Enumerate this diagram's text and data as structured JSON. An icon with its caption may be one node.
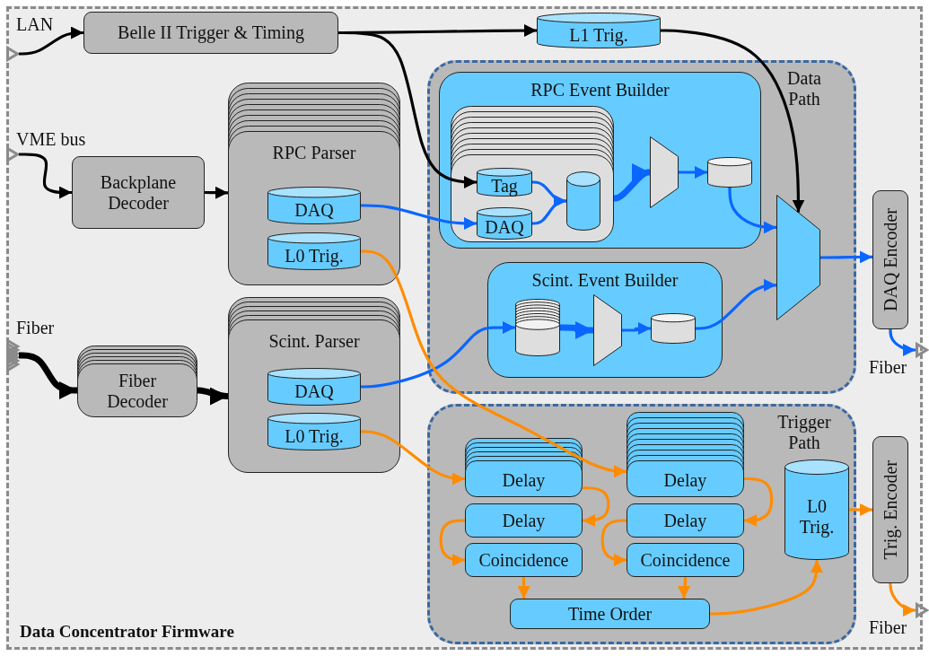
{
  "diagram": {
    "nodes": [
      {
        "text": [
          "Data Concentrator Firmware"
        ]
      },
      {
        "text": [
          "LAN"
        ],
        "in": 0
      },
      {
        "text": [
          "Belle II Trigger & Timing"
        ],
        "in": 0
      },
      {
        "text": [
          "L1 Trig."
        ],
        "in": 0
      },
      {
        "text": [
          "Data Path"
        ],
        "in": 0
      },
      {
        "text": [
          "RPC Event Builder"
        ],
        "in": 4
      },
      {
        "text": [],
        "shape": "box",
        "in": 5
      },
      {
        "text": [
          "Tag"
        ],
        "in": 6
      },
      {
        "text": [
          "DAQ"
        ],
        "in": 6
      },
      {
        "text": [],
        "shape": "cylinder",
        "in": 6
      },
      {
        "text": [],
        "shape": "trapezoid",
        "in": 5
      },
      {
        "text": [],
        "shape": "cylinder",
        "in": 5
      },
      {
        "text": [
          "Scint. Event Builder"
        ],
        "in": 4
      },
      {
        "text": [],
        "shape": "cylinder",
        "in": 12
      },
      {
        "text": [],
        "shape": "trapezoid",
        "in": 12
      },
      {
        "text": [],
        "shape": "cylinder",
        "in": 12
      },
      {
        "text": [],
        "shape": "trapezoid",
        "in": 4
      },
      {
        "text": [
          "VME bus"
        ],
        "in": 0
      },
      {
        "text": [
          "Backplane Decoder"
        ],
        "in": 0
      },
      {
        "text": [
          "RPC Parser"
        ],
        "in": 0
      },
      {
        "text": [
          "DAQ"
        ],
        "in": 19
      },
      {
        "text": [
          "L0 Trig."
        ],
        "in": 19
      },
      {
        "text": [
          "Fiber"
        ],
        "in": 0
      },
      {
        "text": [
          "Fiber Decoder"
        ],
        "in": 0
      },
      {
        "text": [
          "Scint. Parser"
        ],
        "in": 0
      },
      {
        "text": [
          "DAQ"
        ],
        "in": 24
      },
      {
        "text": [
          "L0 Trig."
        ],
        "in": 24
      },
      {
        "text": [
          "DAQ Encoder"
        ],
        "in": 0
      },
      {
        "text": [
          "Fiber"
        ],
        "in": 0
      },
      {
        "text": [
          "Trigger Path"
        ],
        "in": 0
      },
      {
        "text": [
          "Delay"
        ],
        "in": 29
      },
      {
        "text": [
          "Delay"
        ],
        "in": 29
      },
      {
        "text": [
          "Coincidence"
        ],
        "in": 29
      },
      {
        "text": [
          "Delay"
        ],
        "in": 29
      },
      {
        "text": [
          "Delay"
        ],
        "in": 29
      },
      {
        "text": [
          "Coincidence"
        ],
        "in": 29
      },
      {
        "text": [
          "Time Order"
        ],
        "in": 29
      },
      {
        "text": [
          "L0 Trig."
        ],
        "in": 29
      },
      {
        "text": [
          "Trig. Encoder"
        ],
        "in": 0
      },
      {
        "text": [
          "Fiber"
        ],
        "in": 0
      }
    ],
    "edges": [
      {
        "from": 1,
        "to": 2,
        "arrow": "to",
        "color": "#000000"
      },
      {
        "from": 2,
        "to": 3,
        "arrow": "to",
        "color": "#000000"
      },
      {
        "from": 2,
        "to": 7,
        "arrow": "to",
        "color": "#000000"
      },
      {
        "from": 3,
        "to": 16,
        "arrow": "to",
        "color": "#000000"
      },
      {
        "from": 17,
        "to": 18,
        "arrow": "to",
        "color": "#000000"
      },
      {
        "from": 18,
        "to": 19,
        "arrow": "to",
        "color": "#000000"
      },
      {
        "from": 22,
        "to": 23,
        "arrow": "to",
        "style": "thick",
        "color": "#000000"
      },
      {
        "from": 23,
        "to": 24,
        "arrow": "to",
        "style": "thick",
        "color": "#000000"
      },
      {
        "from": 20,
        "to": 8,
        "arrow": "to"
      },
      {
        "from": 7,
        "to": 9,
        "arrow": "to"
      },
      {
        "from": 8,
        "to": 9,
        "arrow": "to"
      },
      {
        "from": 6,
        "to": 10,
        "arrow": "to",
        "style": "thick"
      },
      {
        "from": 10,
        "to": 11,
        "arrow": "to"
      },
      {
        "from": 11,
        "to": 16,
        "arrow": "to"
      },
      {
        "from": 25,
        "to": 13,
        "arrow": "to"
      },
      {
        "from": 13,
        "to": 14,
        "arrow": "to",
        "style": "thick"
      },
      {
        "from": 14,
        "to": 15,
        "arrow": "to"
      },
      {
        "from": 15,
        "to": 16,
        "arrow": "to"
      },
      {
        "from": 16,
        "to": 27,
        "arrow": "to"
      },
      {
        "from": 27,
        "to": 28,
        "arrow": "to"
      },
      {
        "from": 21,
        "to": 33,
        "arrow": "to",
        "color": "#ff8c00"
      },
      {
        "from": 26,
        "to": 30,
        "arrow": "to",
        "color": "#ff8c00"
      },
      {
        "from": 30,
        "to": 31,
        "arrow": "to",
        "color": "#ff8c00"
      },
      {
        "from": 31,
        "to": 32,
        "arrow": "to",
        "color": "#ff8c00"
      },
      {
        "from": 33,
        "to": 34,
        "arrow": "to",
        "color": "#ff8c00"
      },
      {
        "from": 34,
        "to": 35,
        "arrow": "to",
        "color": "#ff8c00"
      },
      {
        "from": 32,
        "to": 36,
        "arrow": "to",
        "color": "#ff8c00"
      },
      {
        "from": 35,
        "to": 36,
        "arrow": "to",
        "color": "#ff8c00"
      },
      {
        "from": 36,
        "to": 37,
        "arrow": "to",
        "color": "#ff8c00"
      },
      {
        "from": 37,
        "to": 38,
        "arrow": "to",
        "color": "#ff8c00"
      },
      {
        "from": 38,
        "to": 39,
        "arrow": "to",
        "color": "#ff8c00"
      }
    ]
  }
}
